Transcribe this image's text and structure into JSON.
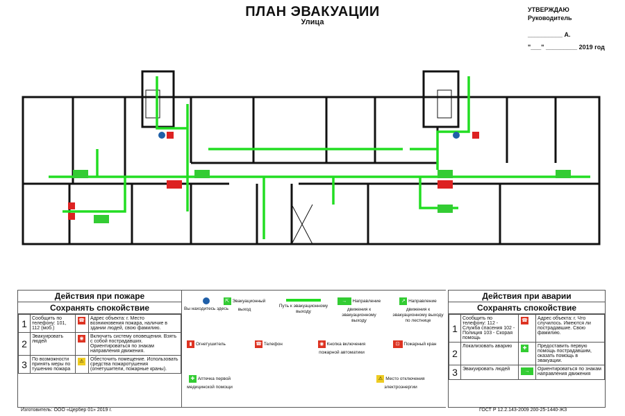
{
  "header": {
    "title": "ПЛАН ЭВАКУАЦИИ",
    "subtitle": "Улица",
    "approve_title": "УТВЕРЖДАЮ",
    "approve_role": "Руководитель",
    "approve_name_line": "__________ А.",
    "approve_date_line": "\"___\" _________ 2019 год"
  },
  "fire": {
    "header": "Действия при пожаре",
    "subheader": "Сохранять спокойствие",
    "steps": [
      {
        "num": "1",
        "left": "Сообщить по телефону: 101, 112 (моб.)",
        "right": "Адрес объекта: г. Место возникновения пожара, наличие в здании людей, свою фамилию."
      },
      {
        "num": "2",
        "left": "Эвакуировать людей",
        "right": "Включить систему оповещения. Взять с собой пострадавших. Ориентироваться по знакам направления движения."
      },
      {
        "num": "3",
        "left": "По возможности принять меры по тушению пожара",
        "right": "Обесточить помещение. Использовать средства пожаротушения (огнетушители, пожарные краны)."
      }
    ]
  },
  "legend": {
    "items": [
      {
        "label": "Вы находитесь здесь"
      },
      {
        "label": "Эвакуационный выход"
      },
      {
        "label": "Путь к эвакуационному выходу"
      },
      {
        "label": "Направление движения к эвакуационному выходу"
      },
      {
        "label": "Направление движения к эвакуационному выходу по лестнице"
      },
      {
        "label": "Огнетушитель"
      },
      {
        "label": "Телефон"
      },
      {
        "label": "Кнопка включения пожарной автоматики"
      },
      {
        "label": "Пожарный кран"
      },
      {
        "label": "Аптечка первой медицинской помощи"
      },
      {
        "label": "Место отключения электроэнергии"
      }
    ]
  },
  "emergency": {
    "header": "Действия при аварии",
    "subheader": "Сохранять спокойствие",
    "steps": [
      {
        "num": "1",
        "left": "Сообщить по телефону: 112 - Служба спасения 102 - Полиция 103 - Скорая помощь",
        "right": "Адрес объекта: г. Что случилось. Имеются ли пострадавшие. Свою фамилию."
      },
      {
        "num": "2",
        "left": "Локализовать аварию",
        "right": "Предоставить первую помощь пострадавшим, оказать помощь в эвакуации."
      },
      {
        "num": "3",
        "left": "Эвакуировать людей",
        "right": "Ориентироваться по знакам направления движения"
      }
    ]
  },
  "footer": {
    "maker": "Изготовитель: ООО «Цербер 01» 2019 г.",
    "gost": "ГОСТ Р 12.2.143-2009  200-25-1440-ЖЗ"
  },
  "colors": {
    "wall": "#111111",
    "route": "#22dd22",
    "sign_red": "#dd2222",
    "you_here": "#1f5fa8"
  }
}
